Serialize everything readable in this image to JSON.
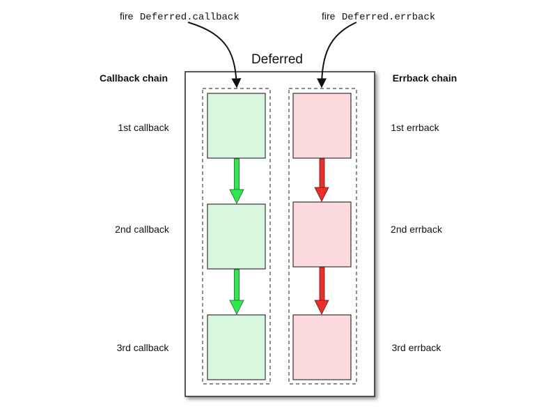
{
  "diagram": {
    "title": "Deferred",
    "fire_prefix": "fire",
    "fire_callback": "Deferred.callback",
    "fire_errback": "Deferred.errback",
    "callback_chain": {
      "header": "Callback chain",
      "items": [
        "1st callback",
        "2nd callback",
        "3rd callback"
      ],
      "box_fill": "#d9f7df",
      "arrow_color": "#2ee84e"
    },
    "errback_chain": {
      "header": "Errback chain",
      "items": [
        "1st errback",
        "2nd errback",
        "3rd errback"
      ],
      "box_fill": "#fbd9dc",
      "arrow_color": "#e8302a"
    }
  }
}
